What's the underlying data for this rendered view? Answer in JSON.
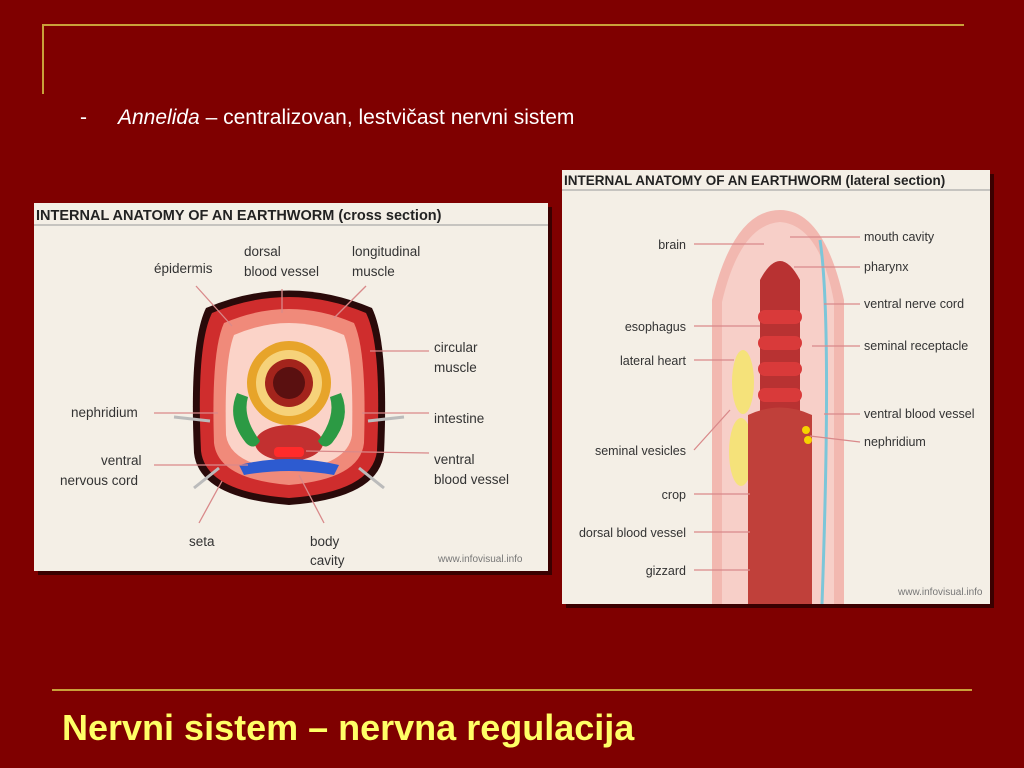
{
  "bullet": {
    "dash": "-",
    "taxon": "Annelida",
    "rest": "– centralizovan, lestvičast nervni sistem"
  },
  "title": "Nervni sistem – nervna regulacija",
  "cross_section": {
    "heading": "INTERNAL ANATOMY OF AN EARTHWORM (cross section)",
    "labels": {
      "epidermis": "épidermis",
      "dorsal_1": "dorsal",
      "dorsal_2": "blood vessel",
      "longitudinal_1": "longitudinal",
      "longitudinal_2": "muscle",
      "circular_1": "circular",
      "circular_2": "muscle",
      "nephridium": "nephridium",
      "intestine": "intestine",
      "ventral_nervous_1": "ventral",
      "ventral_nervous_2": "nervous cord",
      "ventral_blood_1": "ventral",
      "ventral_blood_2": "blood vessel",
      "seta": "seta",
      "body_cavity_1": "body",
      "body_cavity_2": "cavity"
    },
    "watermark": "www.infovisual.info"
  },
  "lateral_section": {
    "heading": "INTERNAL ANATOMY OF AN EARTHWORM (lateral section)",
    "labels": {
      "brain": "brain",
      "esophagus": "esophagus",
      "lateral_heart": "lateral heart",
      "seminal_vesicles": "seminal vesicles",
      "crop": "crop",
      "dorsal_blood_vessel": "dorsal blood vessel",
      "gizzard": "gizzard",
      "mouth_cavity": "mouth cavity",
      "pharynx": "pharynx",
      "ventral_nerve_cord": "ventral nerve cord",
      "seminal_receptacle": "seminal receptacle",
      "ventral_blood_vessel": "ventral blood vessel",
      "nephridium": "nephridium"
    },
    "watermark": "www.infovisual.info"
  },
  "colors": {
    "background": "#7f0000",
    "accent_line": "#c9a13a",
    "title": "#ffff66",
    "text": "#ffffff"
  }
}
